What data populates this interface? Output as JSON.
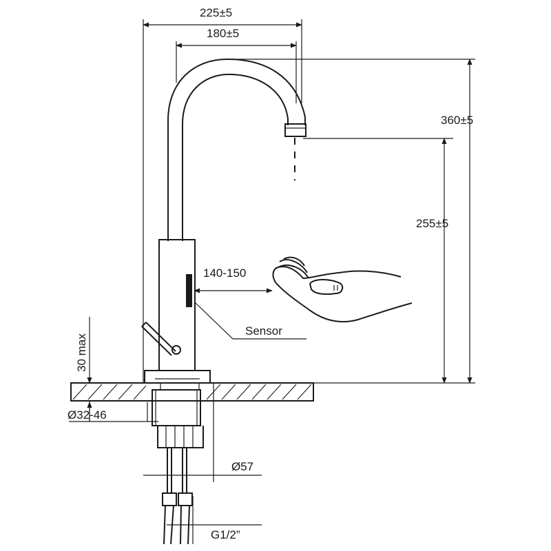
{
  "dimensions": {
    "width_overall": "225±5",
    "width_spout": "180±5",
    "height_overall": "360±5",
    "height_outlet": "255±5",
    "sensor_range": "140-150",
    "counter_thickness": "30 max",
    "hole_diameter": "Ø32-46",
    "base_diameter": "Ø57",
    "connection_thread": "G1/2”"
  },
  "labels": {
    "sensor": "Sensor"
  }
}
